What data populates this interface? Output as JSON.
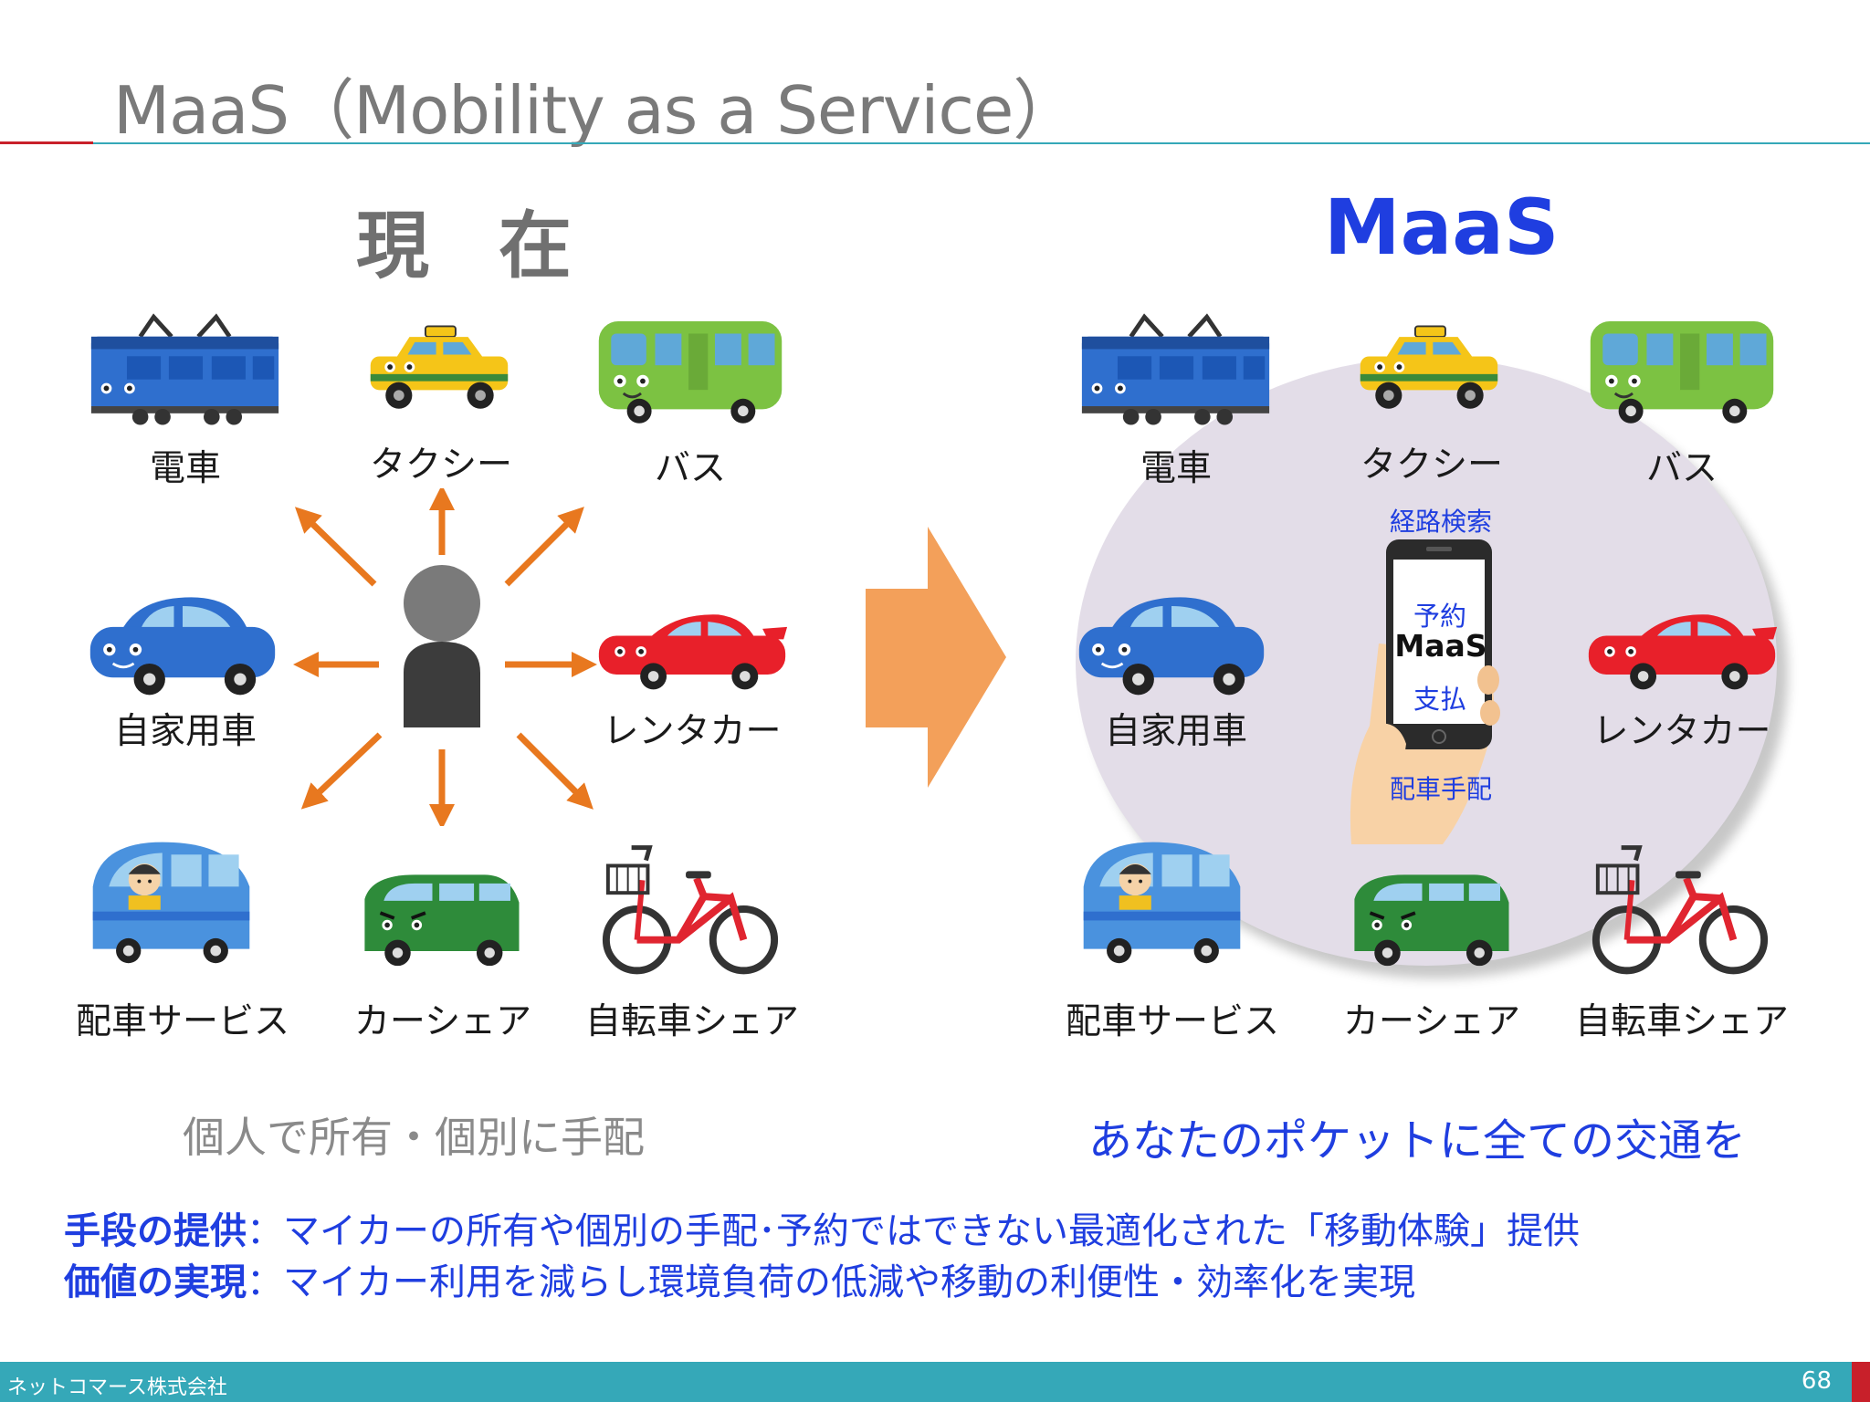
{
  "slide": {
    "title": "MaaS（Mobility as a Service）",
    "heading_left": "現 在",
    "heading_right": "MaaS"
  },
  "vehicles": {
    "train": "電車",
    "taxi": "タクシー",
    "bus": "バス",
    "private_car": "自家用車",
    "rental_car": "レンタカー",
    "ride_service": "配車サービス",
    "car_share": "カーシェア",
    "bike_share": "自転車シェア"
  },
  "maas_app": {
    "route_search": "経路検索",
    "reserve": "予約",
    "app_name": "MaaS",
    "payment": "支払",
    "dispatch": "配車手配"
  },
  "captions": {
    "left": "個人で所有・個別に手配",
    "right": "あなたのポケットに全ての交通を"
  },
  "summary": [
    {
      "term": "手段の提供",
      "sep": "：",
      "text": "マイカーの所有や個別の手配･予約ではできない最適化された「移動体験」提供"
    },
    {
      "term": "価値の実現",
      "sep": "：",
      "text": "マイカー利用を減らし環境負荷の低減や移動の利便性・効率化を実現"
    }
  ],
  "footer": {
    "company": "ネットコマース株式会社",
    "page_number": "68"
  },
  "colors": {
    "accent_blue": "#1f3ee0",
    "arrow_orange": "#e8781f",
    "big_arrow_orange": "#f3a05a",
    "footer_teal": "#35a8b8",
    "footer_red": "#c8202a"
  }
}
